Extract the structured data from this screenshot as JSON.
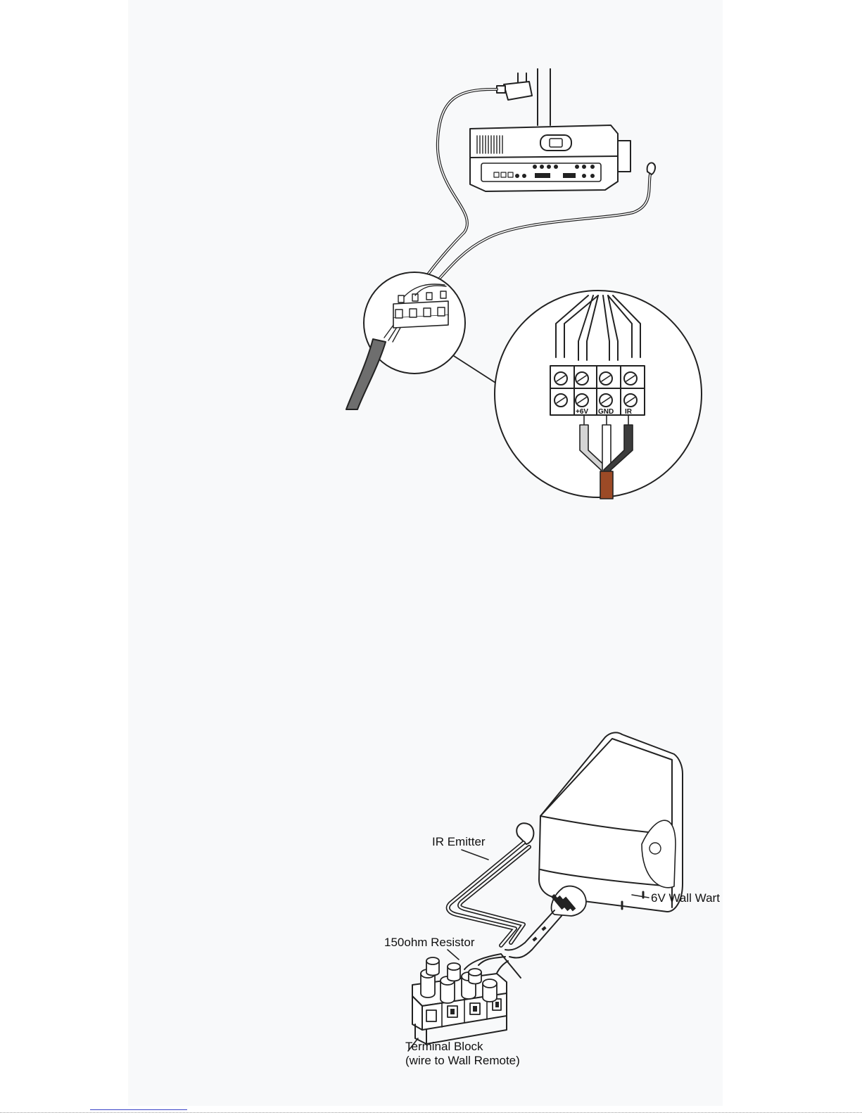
{
  "figure_top": {
    "terminal_labels": [
      "+6V",
      "GND",
      "IR"
    ],
    "colors": {
      "wire_pos": "#d4d4d4",
      "wire_gnd": "#ffffff",
      "wire_ir": "#3c3c3c",
      "cable_jacket": "#9c4a26",
      "main_cable": "#6e6e6e"
    }
  },
  "figure_bottom": {
    "labels": {
      "ir_emitter": "IR Emitter",
      "wall_wart": "6V Wall Wart",
      "resistor": "150ohm Resistor",
      "terminal_block": "Terminal Block",
      "terminal_block_note": "(wire to Wall Remote)"
    }
  }
}
